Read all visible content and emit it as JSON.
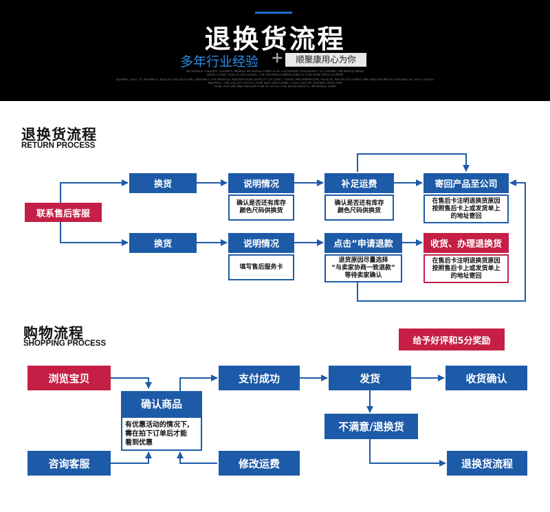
{
  "header": {
    "title": "退换货流程",
    "subtitle_left": "多年行业经验",
    "plus": "+",
    "subtitle_right": "顺聚康用心为你",
    "fine_print": [
      "IN-FRARED THERAPY THERAPY MOBILE INFRARED LAMP IS UL-TRASOUND FREQUENCY IS STRONG, INFRARED WAVE",
      "WAVE STRUCTURE IS DIFFERENT. THE INFRARED WAVELENGTH CAN PENETRATE HUMAN",
      "DERMIS, JUST TO PROMOTE BLOOD CIRCULATION, ENHANCE THE MUSCLE ABSORPTION CAPACITY OF JOINT TISSUE INFLAMMATION, RELIEVE ARTHRITIS SYMPTOMS AND PROMOTE HEALING OF SOFT TISSUE",
      "INJURIES. THE USE OF PROTECTION BOX SWITCHING TOGETHER BY SOUNDS PERFORM",
      "PENETRATION AND ABSORPTION OF EFFECTIVE INGREDIENTS, INFRARED LAMP"
    ]
  },
  "return_section": {
    "title": "退换货流程",
    "subtitle": "RETURN PROCESS",
    "start": "联系售后客服",
    "row1": {
      "step1": "换货",
      "step2": "说明情况",
      "note2": [
        "确认是否还有库存",
        "颜色尺码供换货"
      ],
      "step3": "补足运费",
      "note3": [
        "确认是否还有库存",
        "颜色尺码供换货"
      ],
      "step4": "寄回产品至公司",
      "note4": [
        "在售后卡注明退换货原因",
        "按照售后卡上或发货单上",
        "的地址寄回"
      ]
    },
    "row2": {
      "step1": "换货",
      "step2": "说明情况",
      "note2": [
        "填写售后服务卡"
      ],
      "step3": "点击“申请退款",
      "note3": [
        "退货原因尽量选择",
        "“与卖家协商一致退款”",
        "等待卖家确认"
      ],
      "step4": "收货、办理退换货",
      "note4": [
        "在售后卡注明退换货原因",
        "按照售后卡上或发货单上",
        "的地址寄回"
      ]
    }
  },
  "shopping_section": {
    "title": "购物流程",
    "subtitle": "SHOPPING PROCESS",
    "reward": "给予好评和5分奖励",
    "browse": "浏览宝贝",
    "consult": "咨询客服",
    "confirm": "确认商品",
    "confirm_note": [
      "有优惠活动的情况下,",
      "需在拍下订单后才能",
      "看到优惠"
    ],
    "pay": "支付成功",
    "modify": "修改运费",
    "ship": "发货",
    "receive": "收货确认",
    "unsatisfied": "不满意/退换货",
    "return_flow": "退换货流程"
  },
  "colors": {
    "blue": "#1d5aa8",
    "red": "#c51f45",
    "header_bg": "#000000",
    "accent_blue": "#2b8de8"
  }
}
